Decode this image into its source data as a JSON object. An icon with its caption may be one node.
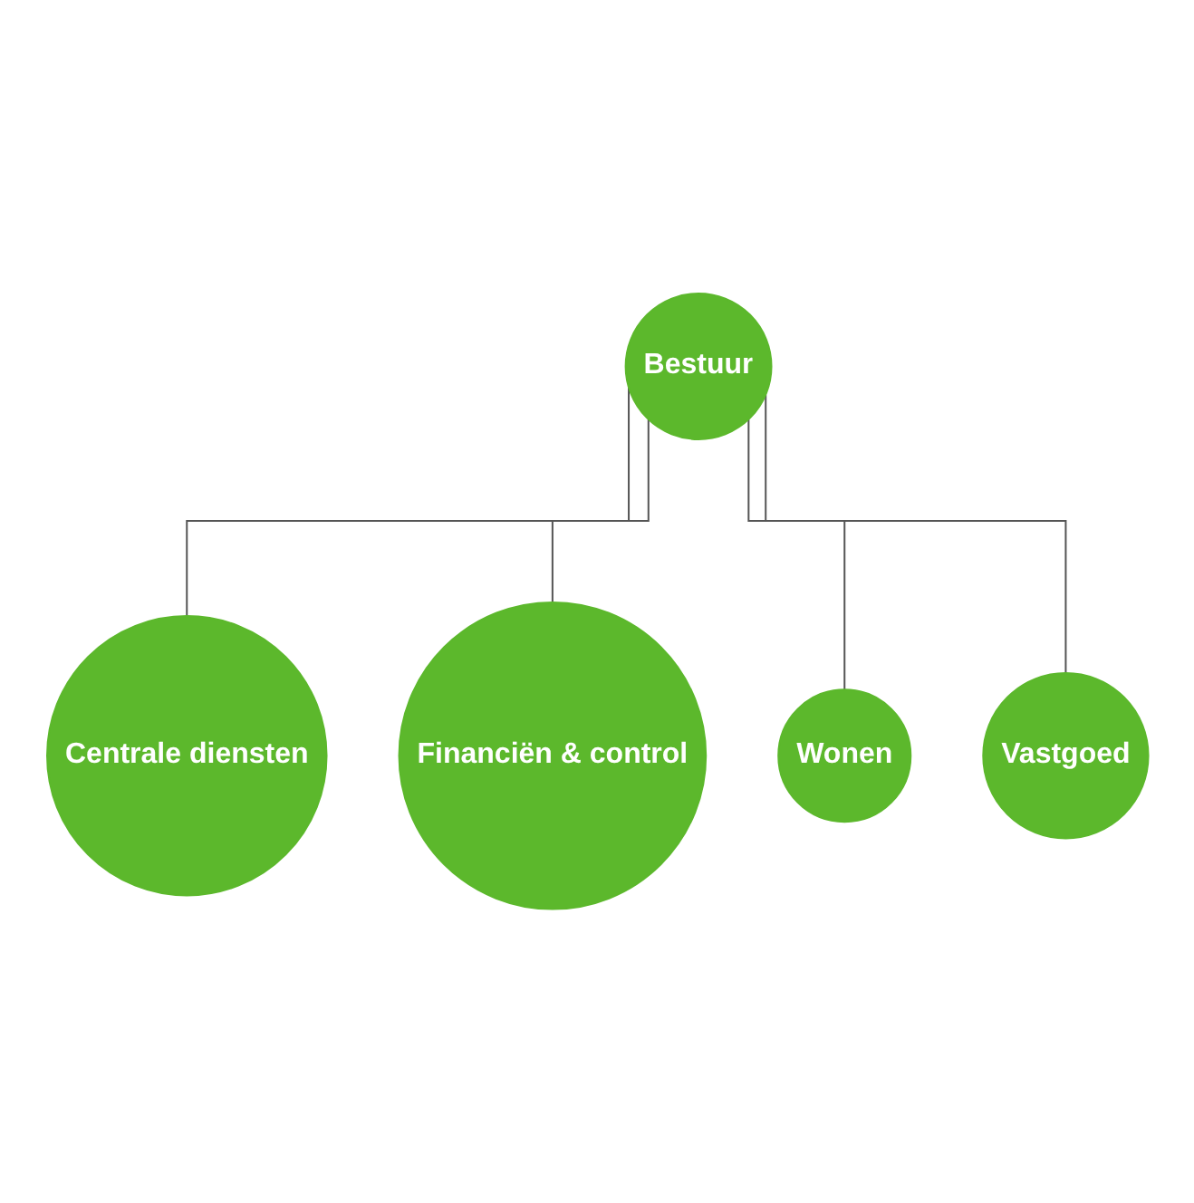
{
  "diagram": {
    "nodes": [
      {
        "text": [
          "Bestuur"
        ]
      },
      {
        "text": [
          "Centrale diensten"
        ]
      },
      {
        "text": [
          "Financiën & control"
        ]
      },
      {
        "text": [
          "Wonen"
        ]
      },
      {
        "text": [
          "Vastgoed"
        ]
      }
    ],
    "edges": [
      {
        "from": 0,
        "to": 1,
        "arrow": "none"
      },
      {
        "from": 0,
        "to": 2,
        "arrow": "none"
      },
      {
        "from": 0,
        "to": 3,
        "arrow": "none"
      },
      {
        "from": 0,
        "to": 4,
        "arrow": "none"
      }
    ]
  }
}
